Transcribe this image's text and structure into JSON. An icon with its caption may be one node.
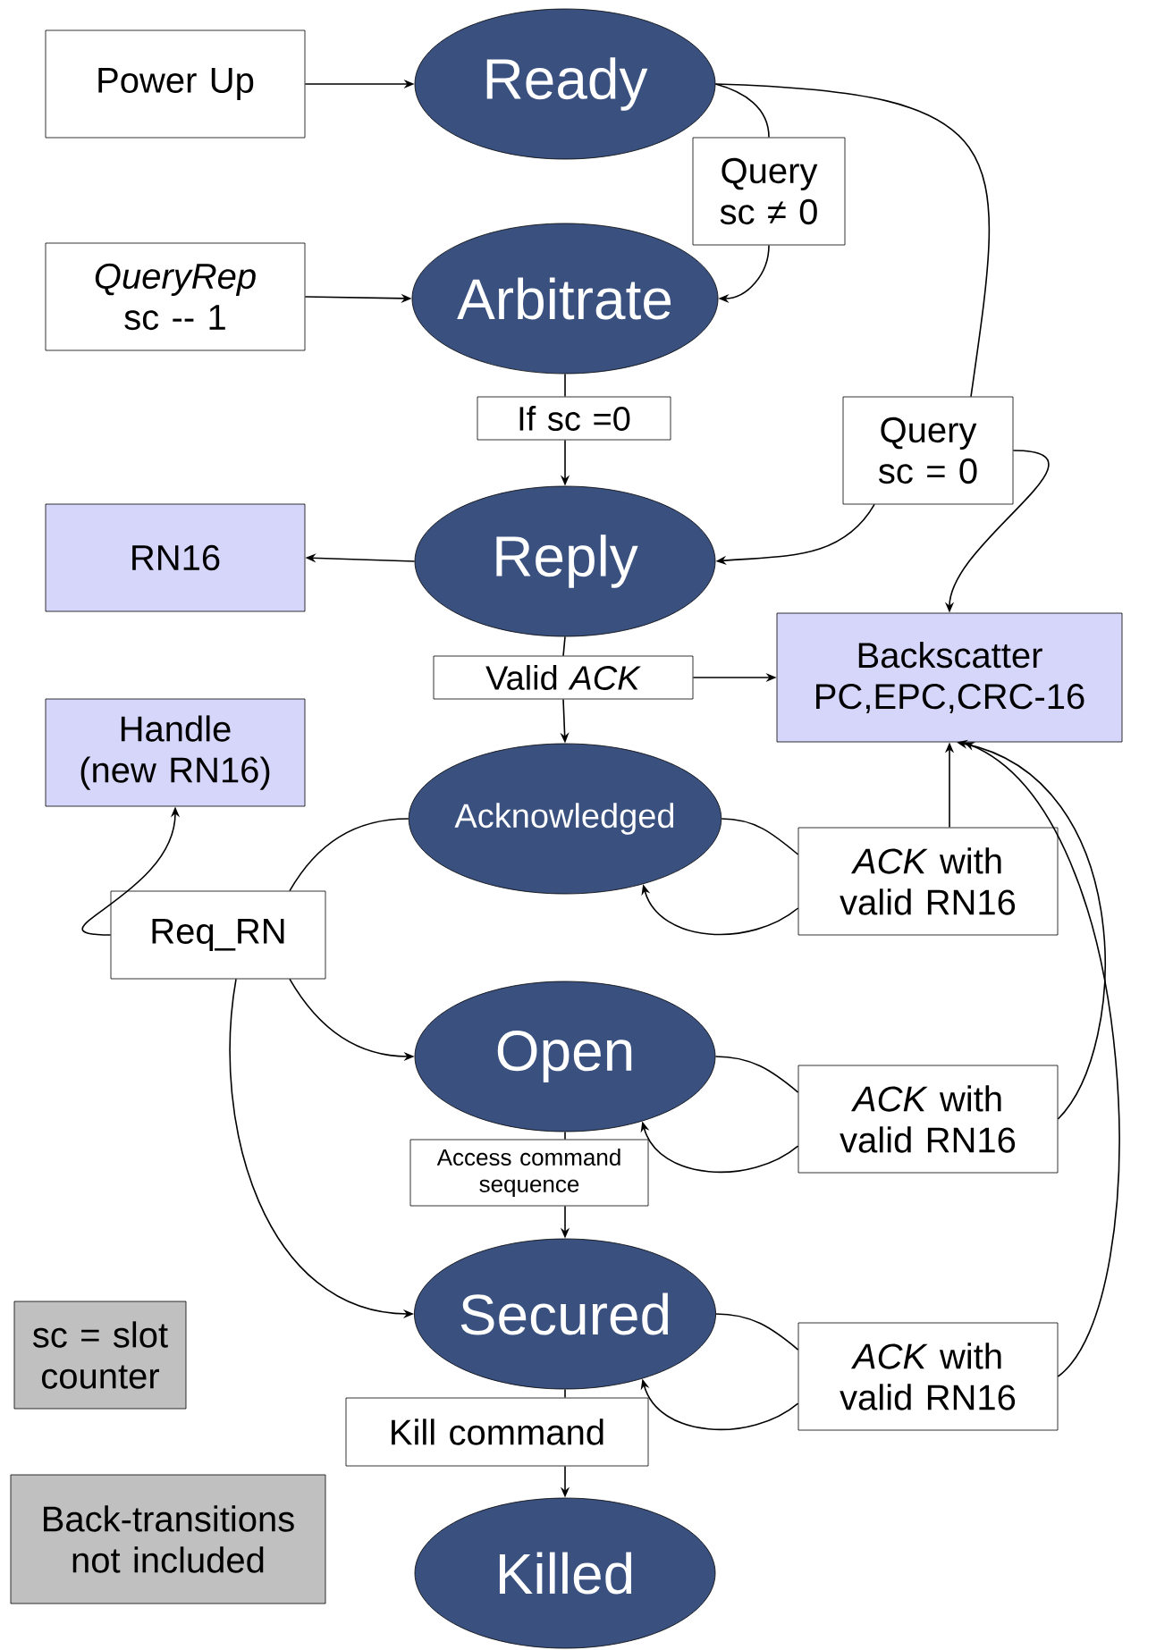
{
  "diagram": {
    "nodes": [
      {
        "text": [
          "Power Up"
        ]
      },
      {
        "text": [
          "Ready"
        ]
      },
      {
        "text": [
          "*QueryRep* sc -- 1"
        ]
      },
      {
        "text": [
          "Arbitrate"
        ]
      },
      {
        "text": [
          "Query sc ≠ 0"
        ]
      },
      {
        "text": [
          "If sc =0"
        ]
      },
      {
        "text": [
          "Query sc = 0"
        ]
      },
      {
        "text": [
          "RN16"
        ]
      },
      {
        "text": [
          "Reply"
        ]
      },
      {
        "text": [
          "Backscatter PC,EPC,CRC-16"
        ]
      },
      {
        "text": [
          "Valid *ACK*"
        ]
      },
      {
        "text": [
          "Handle (new RN16)"
        ]
      },
      {
        "text": [
          "Acknowledged"
        ]
      },
      {
        "text": [
          "*ACK* with valid RN16"
        ]
      },
      {
        "text": [
          "Req_RN"
        ]
      },
      {
        "text": [
          "Open"
        ]
      },
      {
        "text": [
          "*ACK* with valid RN16"
        ]
      },
      {
        "text": [
          "Access command sequence"
        ]
      },
      {
        "text": [
          "sc = slot counter"
        ]
      },
      {
        "text": [
          "Secured"
        ]
      },
      {
        "text": [
          "*ACK* with valid RN16"
        ]
      },
      {
        "text": [
          "Kill command"
        ]
      },
      {
        "text": [
          "Back-transitions not included"
        ]
      },
      {
        "text": [
          "Killed"
        ]
      }
    ],
    "edges": [
      {
        "from": 0,
        "to": 1,
        "arrow": "to"
      },
      {
        "from": 1,
        "to": 4,
        "arrow": "none"
      },
      {
        "from": 4,
        "to": 3,
        "arrow": "to"
      },
      {
        "from": 2,
        "to": 3,
        "arrow": "to"
      },
      {
        "from": 3,
        "to": 5,
        "arrow": "none"
      },
      {
        "from": 5,
        "to": 8,
        "arrow": "to"
      },
      {
        "from": 1,
        "to": 6,
        "arrow": "none"
      },
      {
        "from": 6,
        "to": 8,
        "arrow": "to"
      },
      {
        "from": 6,
        "to": 9,
        "arrow": "to"
      },
      {
        "from": 8,
        "to": 7,
        "arrow": "to"
      },
      {
        "from": 8,
        "to": 10,
        "arrow": "none"
      },
      {
        "from": 10,
        "to": 12,
        "arrow": "to"
      },
      {
        "from": 10,
        "to": 9,
        "arrow": "to"
      },
      {
        "from": 12,
        "to": 13,
        "arrow": "none"
      },
      {
        "from": 13,
        "to": 12,
        "arrow": "to"
      },
      {
        "from": 13,
        "to": 9,
        "arrow": "to"
      },
      {
        "from": 12,
        "to": 14,
        "arrow": "none"
      },
      {
        "from": 14,
        "to": 11,
        "arrow": "to"
      },
      {
        "from": 14,
        "to": 15,
        "arrow": "to"
      },
      {
        "from": 14,
        "to": 19,
        "arrow": "to"
      },
      {
        "from": 15,
        "to": 16,
        "arrow": "none"
      },
      {
        "from": 16,
        "to": 15,
        "arrow": "to"
      },
      {
        "from": 16,
        "to": 9,
        "arrow": "to"
      },
      {
        "from": 15,
        "to": 17,
        "arrow": "none"
      },
      {
        "from": 17,
        "to": 19,
        "arrow": "to"
      },
      {
        "from": 19,
        "to": 20,
        "arrow": "none"
      },
      {
        "from": 20,
        "to": 19,
        "arrow": "to"
      },
      {
        "from": 20,
        "to": 9,
        "arrow": "to"
      },
      {
        "from": 19,
        "to": 21,
        "arrow": "none"
      },
      {
        "from": 21,
        "to": 23,
        "arrow": "to"
      }
    ]
  }
}
